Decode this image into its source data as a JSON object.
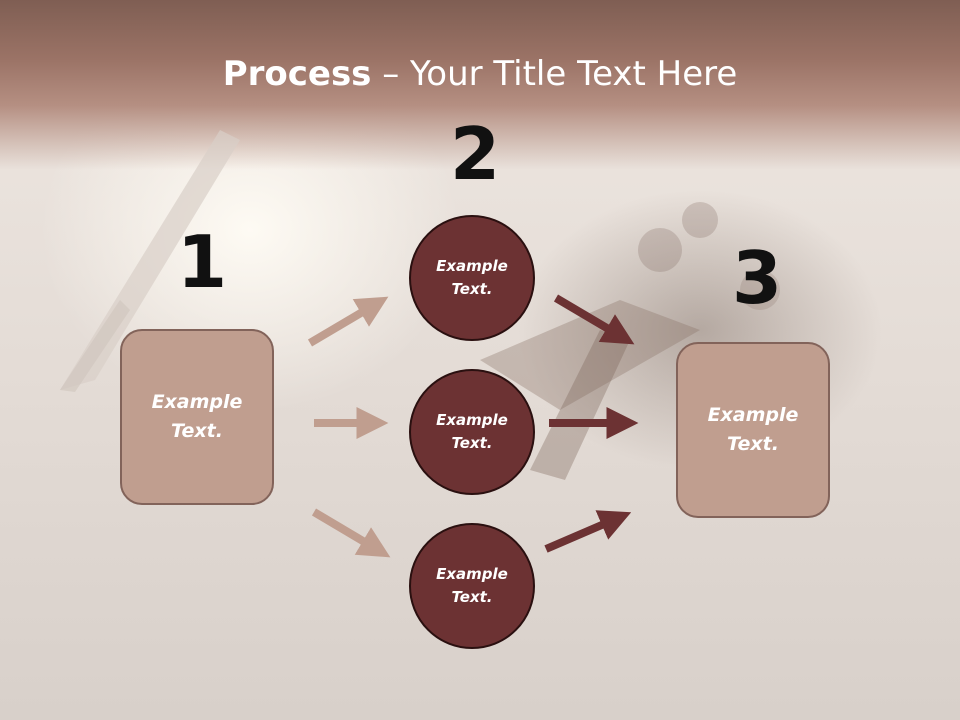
{
  "title": {
    "bold": "Process",
    "rest": " – Your Title Text Here"
  },
  "steps": [
    {
      "number": "1",
      "label": "Example Text."
    },
    {
      "number": "2",
      "labels": [
        "Example Text.",
        "Example Text.",
        "Example Text."
      ]
    },
    {
      "number": "3",
      "label": "Example Text."
    }
  ],
  "colors": {
    "header": "#9b7366",
    "box_fill": "#c09e8f",
    "circle_fill": "#6c3233",
    "arrow_light": "#c09e8f",
    "arrow_dark": "#6c3233"
  }
}
